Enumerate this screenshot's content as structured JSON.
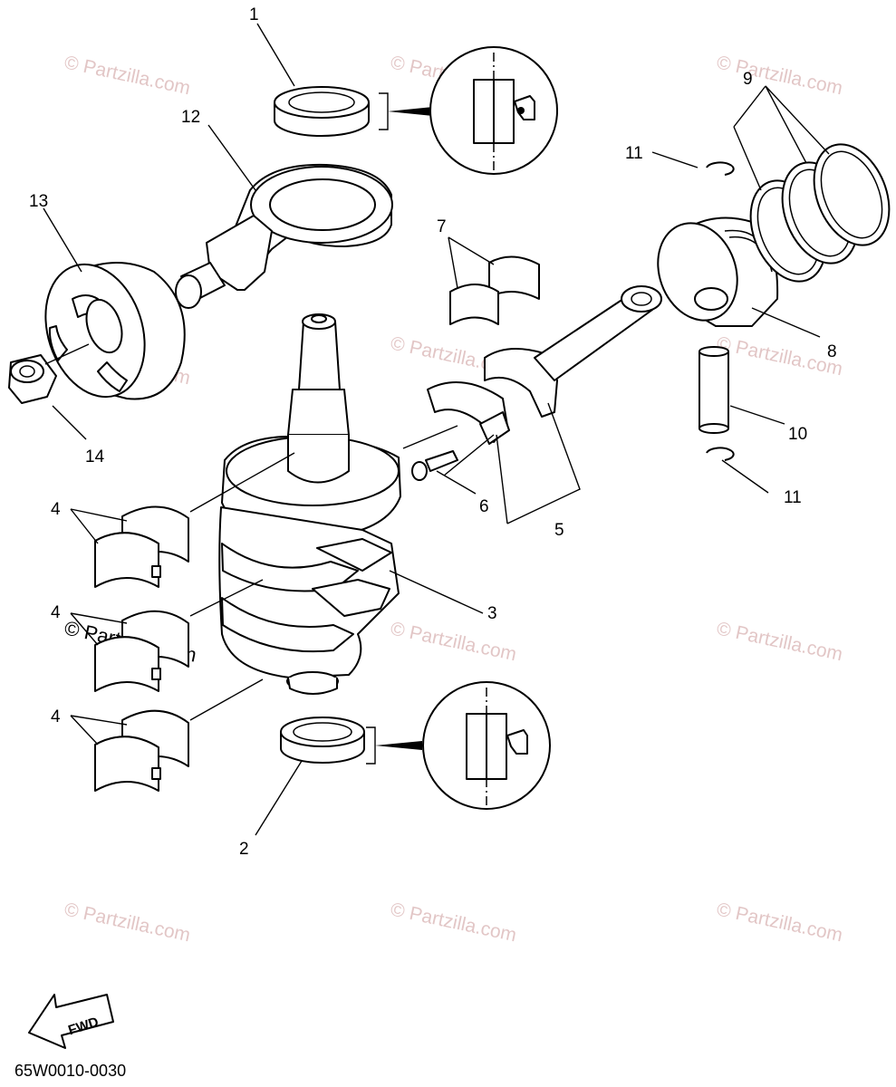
{
  "diagram": {
    "callouts": {
      "c1": "1",
      "c2": "2",
      "c3": "3",
      "c4a": "4",
      "c4b": "4",
      "c4c": "4",
      "c5": "5",
      "c6": "6",
      "c7": "7",
      "c8": "8",
      "c9": "9",
      "c10": "10",
      "c11a": "11",
      "c11b": "11",
      "c12": "12",
      "c13": "13",
      "c14": "14"
    },
    "watermark_text": "© Partzilla.com",
    "fwd_label": "FWD",
    "diagram_code": "65W0010-0030"
  }
}
